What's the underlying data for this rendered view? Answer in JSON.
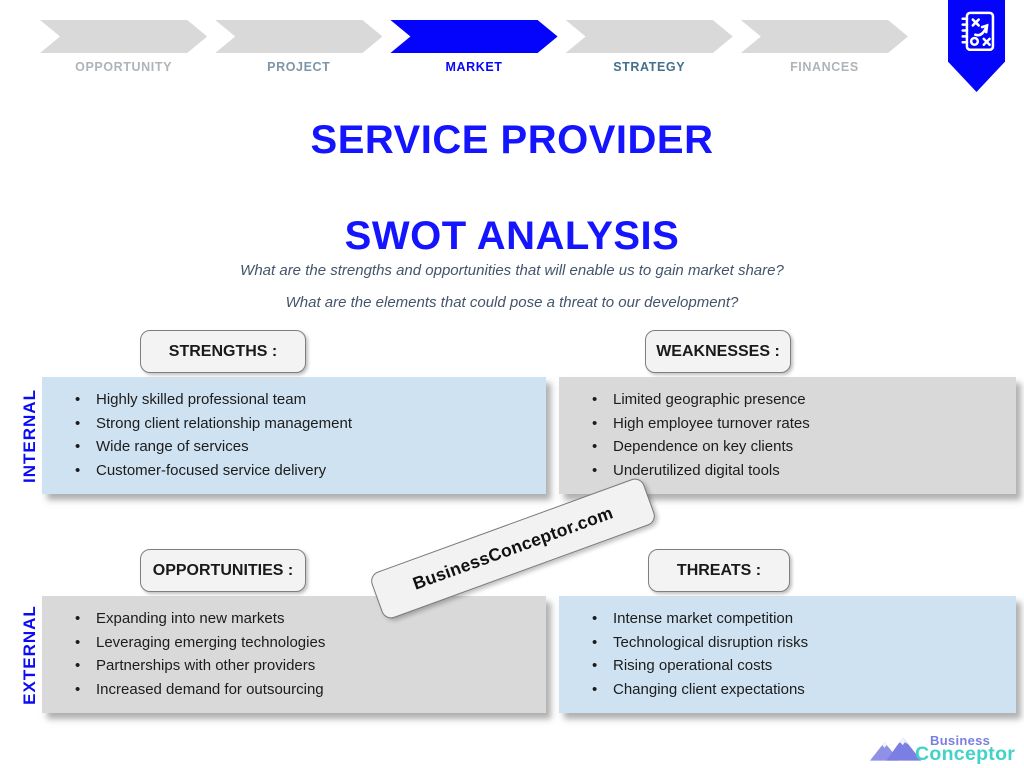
{
  "process_bar": {
    "steps": [
      {
        "label": "OPPORTUNITY",
        "active": false,
        "color": "#aeb4ba",
        "arrow_color": "#d9d9d9"
      },
      {
        "label": "PROJECT",
        "active": false,
        "color": "#7e95aa",
        "arrow_color": "#d9d9d9"
      },
      {
        "label": "MARKET",
        "active": true,
        "color": "#0707fa",
        "arrow_color": "#0404fc"
      },
      {
        "label": "STRATEGY",
        "active": false,
        "color": "#44708e",
        "arrow_color": "#d9d9d9"
      },
      {
        "label": "FINANCES",
        "active": false,
        "color": "#aeb4ba",
        "arrow_color": "#d9d9d9"
      }
    ]
  },
  "badge": {
    "icon": "strategy-notebook-icon",
    "color": "#0404fc"
  },
  "titles": {
    "main": "SERVICE PROVIDER",
    "sub": "SWOT ANALYSIS",
    "color": "#1414ff"
  },
  "questions": {
    "q1": "What are the strengths and opportunities that will enable us to gain market share?",
    "q2": "What are the elements that could pose a threat to our development?",
    "color": "#44546a"
  },
  "side_labels": {
    "internal": "INTERNAL",
    "external": "EXTERNAL",
    "color": "#0b0bf5"
  },
  "quadrants": {
    "strengths": {
      "title": "STRENGTHS :",
      "panel_color": "#cfe2f1",
      "items": [
        "Highly skilled professional team",
        "Strong client relationship management",
        "Wide range of services",
        "Customer-focused service delivery"
      ]
    },
    "weaknesses": {
      "title": "WEAKNESSES :",
      "panel_color": "#d9d9d9",
      "items": [
        "Limited geographic presence",
        "High employee turnover rates",
        "Dependence on key clients",
        "Underutilized digital tools"
      ]
    },
    "opportunities": {
      "title": "OPPORTUNITIES :",
      "panel_color": "#d9d9d9",
      "items": [
        "Expanding into new markets",
        "Leveraging emerging technologies",
        "Partnerships with other providers",
        "Increased demand for outsourcing"
      ]
    },
    "threats": {
      "title": "THREATS :",
      "panel_color": "#cfe2f1",
      "items": [
        "Intense market competition",
        "Technological disruption risks",
        "Rising operational costs",
        "Changing client expectations"
      ]
    }
  },
  "watermark": {
    "text": "BusinessConceptor.com"
  },
  "logo": {
    "word1": "Business",
    "word2": "Conceptor",
    "word1_color": "#7b7ee2",
    "word2_color": "#41d3c6",
    "mountain_color": "#7b7ee2"
  }
}
